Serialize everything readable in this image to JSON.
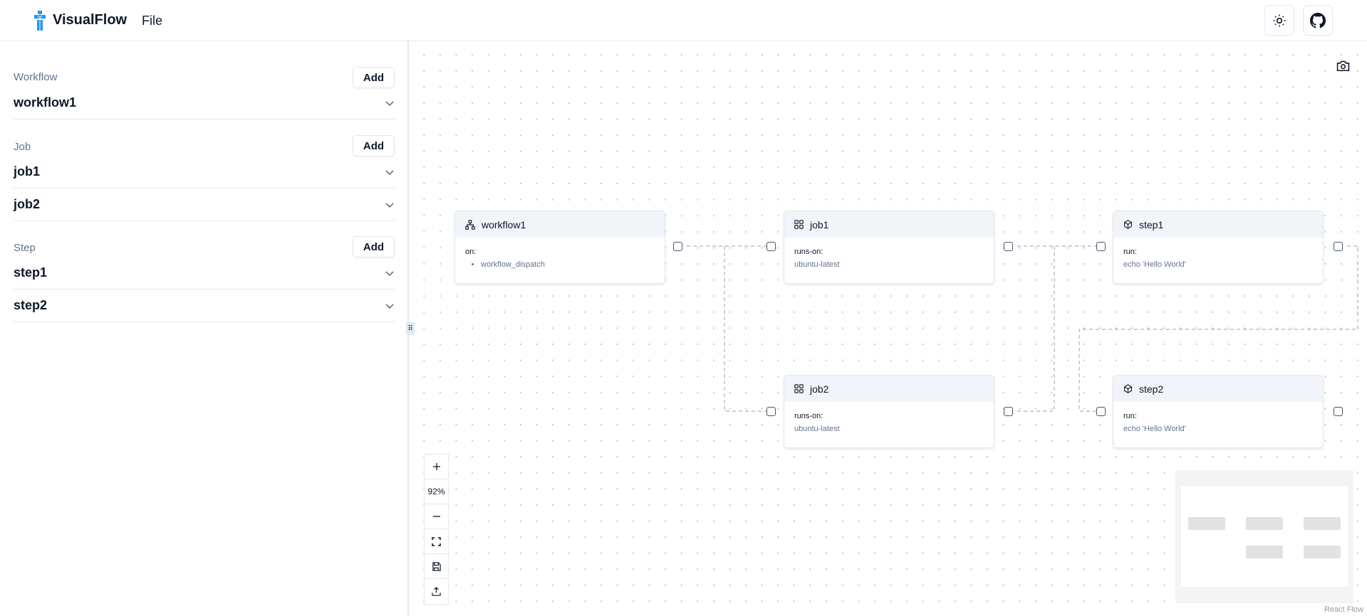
{
  "header": {
    "brand": "VisualFlow",
    "menu_file": "File",
    "theme_icon": "sun-icon",
    "github_icon": "github-icon",
    "brand_color": "#2196f3"
  },
  "sidebar": {
    "sections": [
      {
        "label": "Workflow",
        "add": "Add",
        "items": [
          "workflow1"
        ]
      },
      {
        "label": "Job",
        "add": "Add",
        "items": [
          "job1",
          "job2"
        ]
      },
      {
        "label": "Step",
        "add": "Add",
        "items": [
          "step1",
          "step2"
        ]
      }
    ]
  },
  "canvas": {
    "nodes": [
      {
        "title": "workflow1",
        "icon": "workflow-icon",
        "key": "on:",
        "list": [
          "workflow_dispatch"
        ]
      },
      {
        "title": "job1",
        "icon": "grid-icon",
        "key": "runs-on:",
        "value": "ubuntu-latest"
      },
      {
        "title": "step1",
        "icon": "box-icon",
        "key": "run:",
        "value": "echo 'Hello World'"
      },
      {
        "title": "job2",
        "icon": "grid-icon",
        "key": "runs-on:",
        "value": "ubuntu-latest"
      },
      {
        "title": "step2",
        "icon": "box-icon",
        "key": "run:",
        "value": "echo 'Hello World'"
      }
    ],
    "zoom": "92%",
    "attribution": "React Flow"
  }
}
